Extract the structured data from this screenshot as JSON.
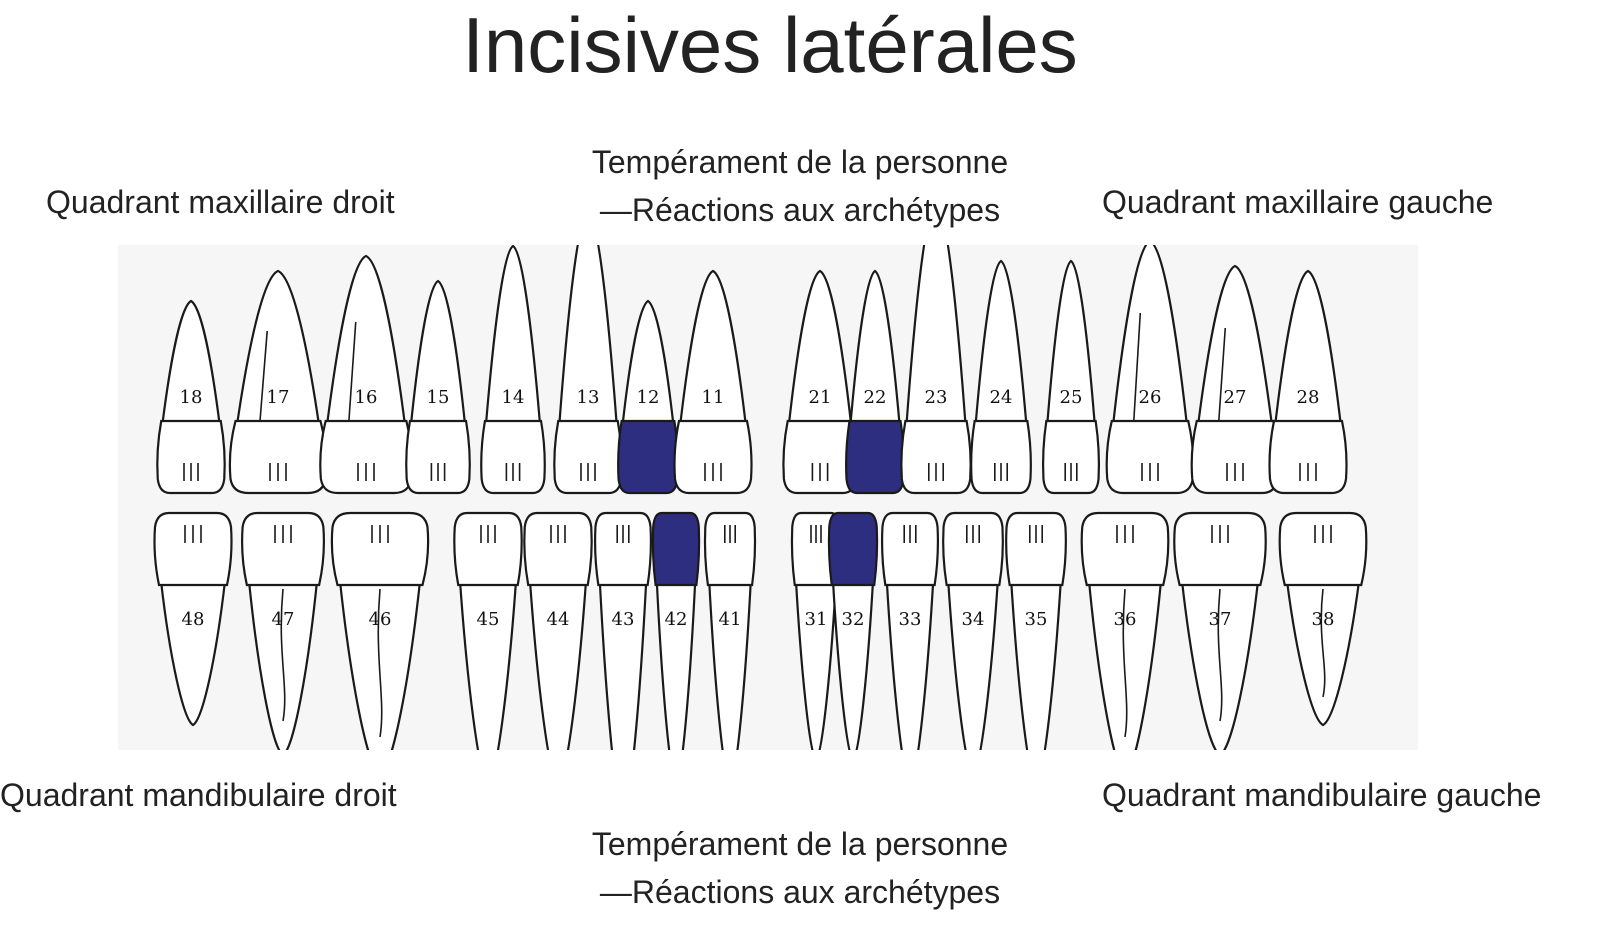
{
  "title": "Incisives latérales",
  "top_center": {
    "line1": "Tempérament de la personne",
    "line2": "—Réactions aux archétypes"
  },
  "bottom_center": {
    "line1": "Tempérament de la personne",
    "line2": "—Réactions aux archétypes"
  },
  "quadrants": {
    "upper_right": "Quadrant maxillaire droit",
    "upper_left": "Quadrant maxillaire gauche",
    "lower_right": "Quadrant mandibulaire droit",
    "lower_left": "Quadrant mandibulaire gauche"
  },
  "highlight_color": "#2e2e80",
  "upper_teeth": [
    "18",
    "17",
    "16",
    "15",
    "14",
    "13",
    "12",
    "11",
    "21",
    "22",
    "23",
    "24",
    "25",
    "26",
    "27",
    "28"
  ],
  "lower_teeth": [
    "48",
    "47",
    "46",
    "45",
    "44",
    "43",
    "42",
    "41",
    "31",
    "32",
    "33",
    "34",
    "35",
    "36",
    "37",
    "38"
  ],
  "highlighted_teeth": [
    "12",
    "22",
    "42",
    "32"
  ]
}
